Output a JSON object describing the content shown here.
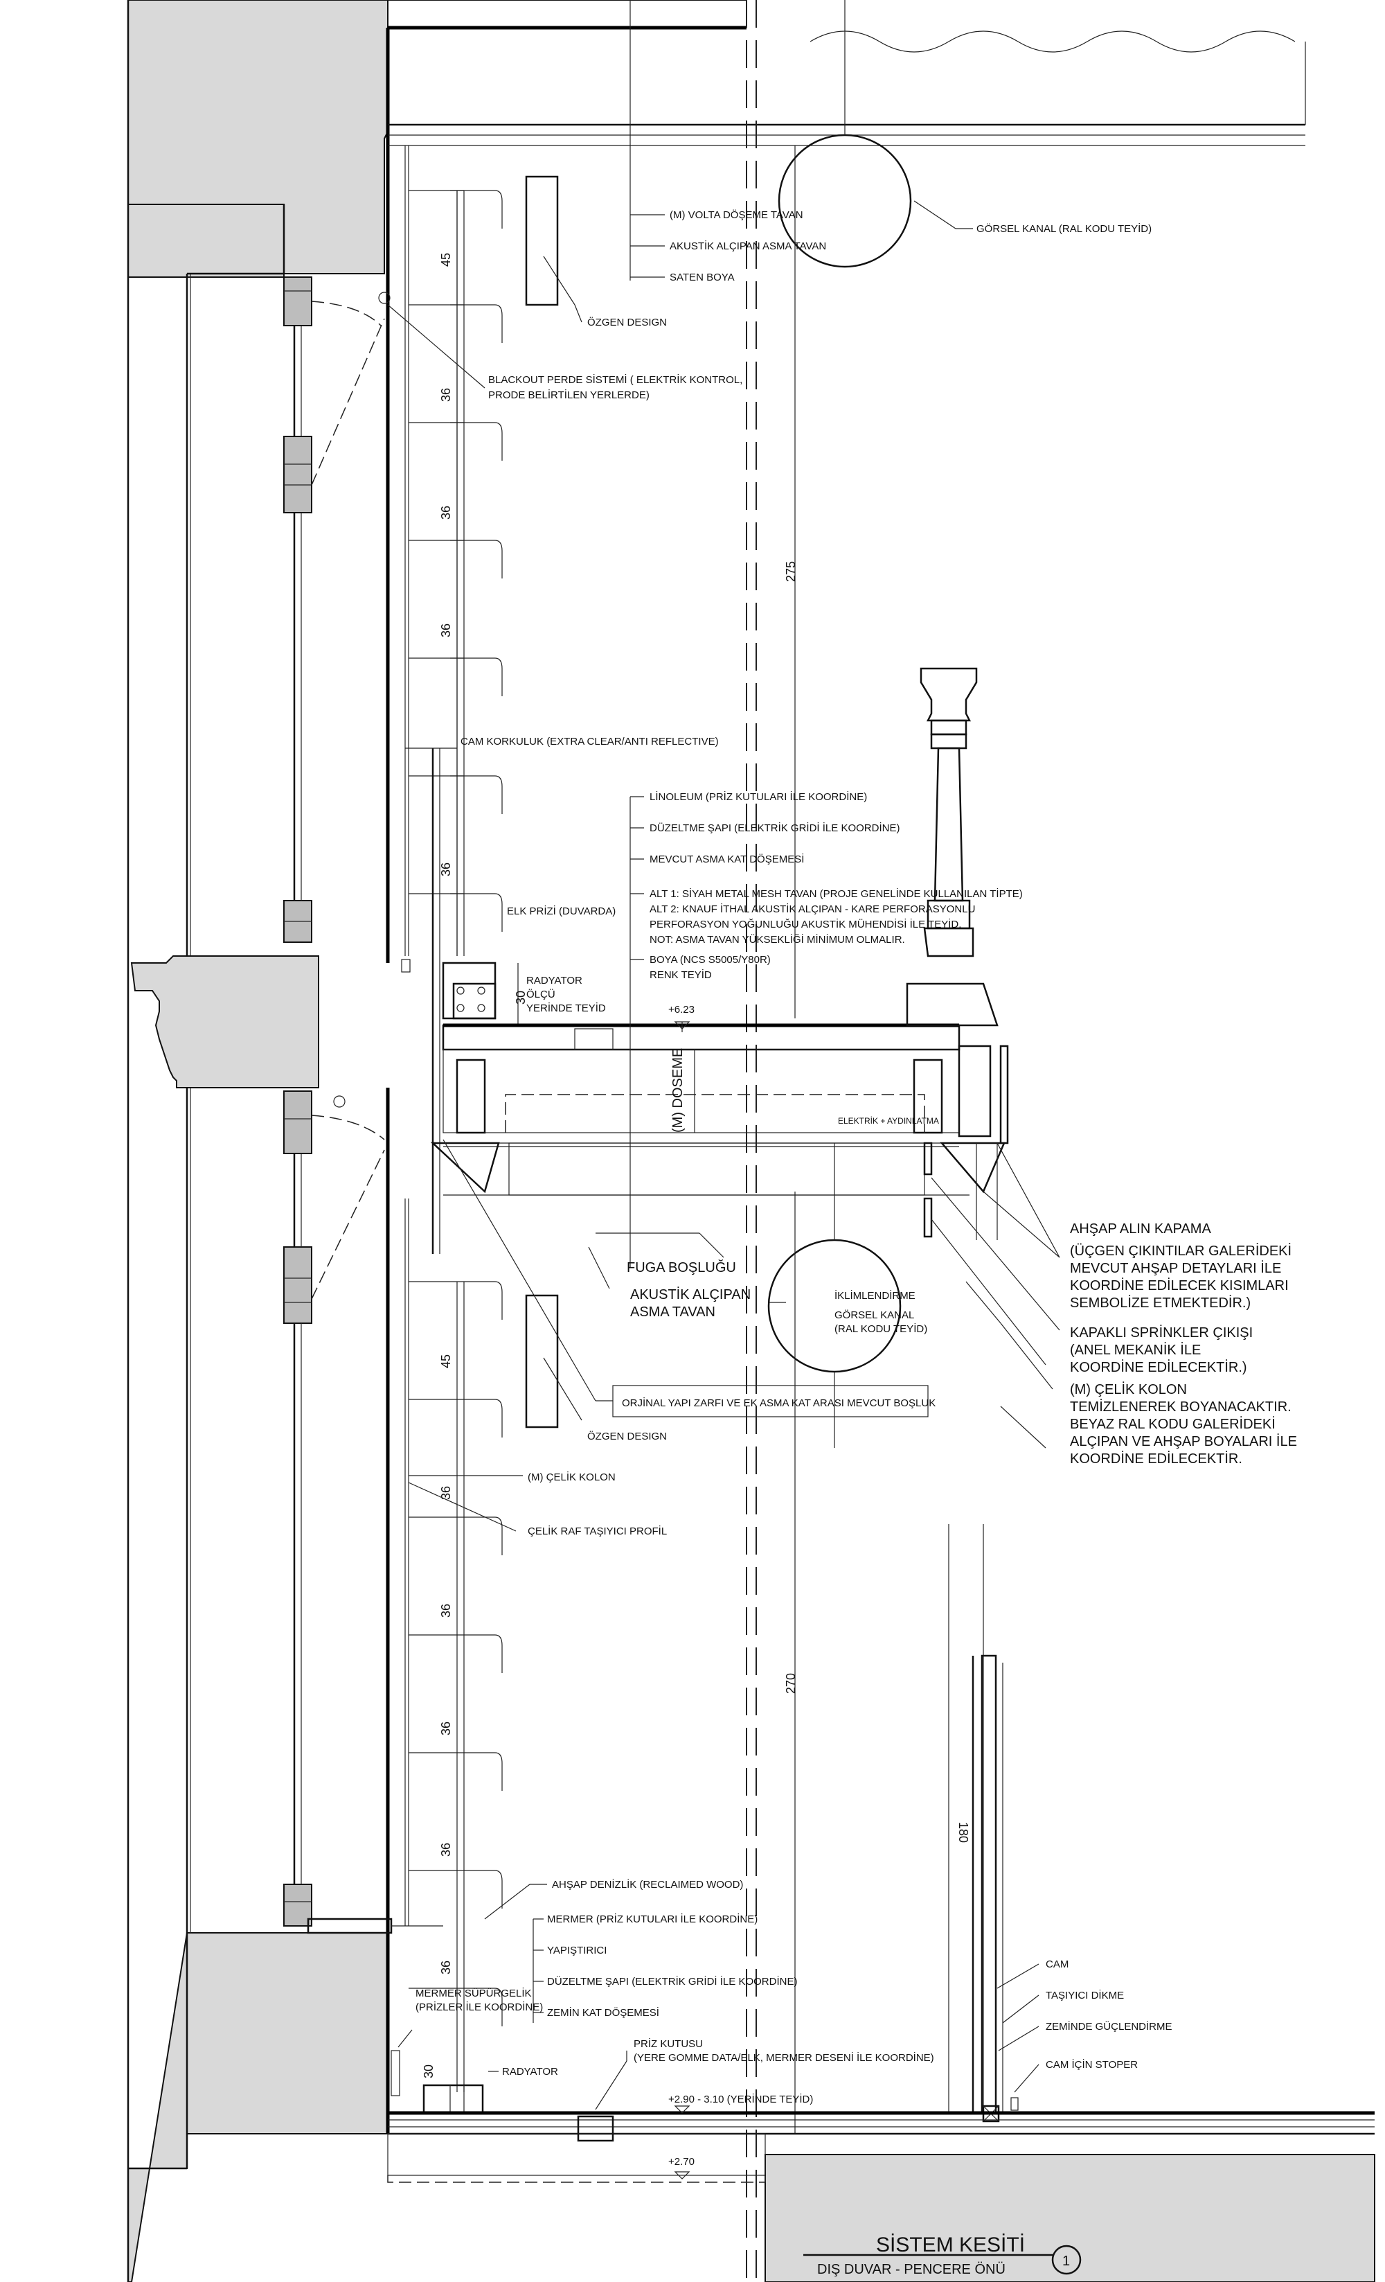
{
  "labels": {
    "volta": "(M) VOLTA DÖŞEME TAVAN",
    "akustik_top": "AKUSTİK ALÇIPAN ASMA TAVAN",
    "saten": "SATEN BOYA",
    "ozgen_top": "ÖZGEN DESIGN",
    "gorsel_kanal_top": "GÖRSEL KANAL (RAL KODU TEYİD)",
    "blackout_1": "BLACKOUT PERDE SİSTEMİ ( ELEKTRİK KONTROL,",
    "blackout_2": "PRODE BELİRTİLEN YERLERDE)",
    "cam_korkuluk": "CAM KORKULUK (EXTRA CLEAR/ANTI REFLECTIVE)",
    "linoleum": "LİNOLEUM (PRİZ KUTULARI İLE KOORDİNE)",
    "duzeltme_top": "DÜZELTME ŞAPI (ELEKTRİK GRİDİ İLE KOORDİNE)",
    "mevcut_asma": "MEVCUT ASMA KAT DÖŞEMESİ",
    "alt1": "ALT 1: SİYAH METAL MESH TAVAN (PROJE GENELİNDE KULLANILAN TİPTE)",
    "alt2": "ALT 2: KNAUF İTHAL AKUSTİK ALÇIPAN - KARE PERFORASYONLU",
    "alt2b": "PERFORASYON YOĞUNLUĞU AKUSTİK MÜHENDİSİ İLE TEYİD.",
    "not": "NOT: ASMA TAVAN YÜKSEKLİĞİ MİNİMUM OLMALIR.",
    "boya": "BOYA (NCS S5005/Y80R)",
    "renk": "RENK TEYİD",
    "elk_prizi": "ELK PRİZİ (DUVARDA)",
    "radyator_top": "RADYATOR",
    "olcu_1": "ÖLÇÜ",
    "olcu_2": "YERİNDE TEYİD",
    "elev_623": "+6.23",
    "doseme": "(M) DOSEME",
    "elektrik_aydin": "ELEKTRİK + AYDINLATMA",
    "fuga": "FUGA BOŞLUĞU",
    "akustik_mid_1": "AKUSTİK ALÇIPAN",
    "akustik_mid_2": "ASMA TAVAN",
    "iklim": "İKLİMLENDİRME",
    "gorsel_mid_1": "GÖRSEL KANAL",
    "gorsel_mid_2": "(RAL KODU TEYİD)",
    "orijinal": "ORJİNAL YAPI ZARFI VE EK ASMA KAT ARASI MEVCUT BOŞLUK",
    "ozgen_mid": "ÖZGEN DESIGN",
    "celik_kolon_left": "(M) ÇELİK KOLON",
    "celik_raf": "ÇELİK RAF TAŞIYICI PROFİL",
    "ahsap_alin": "AHŞAP ALIN KAPAMA",
    "ucgen_1": "(ÜÇGEN ÇIKINTILAR GALERİDEKİ",
    "ucgen_2": "MEVCUT AHŞAP DETAYLARI İLE",
    "ucgen_3": "KOORDİNE EDİLECEK KISIMLARI",
    "ucgen_4": "SEMBOLİZE ETMEKTEDİR.)",
    "kapakli_1": "KAPAKLI SPRİNKLER ÇIKIŞI",
    "kapakli_2": "(ANEL MEKANİK İLE",
    "kapakli_3": "KOORDİNE EDİLECEKTİR.)",
    "mcelik_1": "(M) ÇELİK KOLON",
    "mcelik_2": "TEMİZLENEREK BOYANACAKTIR.",
    "mcelik_3": "BEYAZ RAL KODU GALERİDEKİ",
    "mcelik_4": "ALÇIPAN VE AHŞAP BOYALARI İLE",
    "mcelik_5": "KOORDİNE EDİLECEKTİR.",
    "ahsap_denizlik": "AHŞAP DENİZLİK (RECLAIMED WOOD)",
    "mermer": "MERMER (PRİZ KUTULARI İLE KOORDİNE)",
    "yapistirici": "YAPIŞTIRICI",
    "duzeltme_bottom": "DÜZELTME ŞAPI (ELEKTRİK GRİDİ İLE KOORDİNE)",
    "zemin_kat": "ZEMİN KAT DÖŞEMESİ",
    "mermer_sup_1": "MERMER SÜPÜRGELİK",
    "mermer_sup_2": "(PRİZLER İLE KOORDİNE)",
    "radyator_bottom": "RADYATOR",
    "priz_1": "PRİZ KUTUSU",
    "priz_2": "(YERE GOMME DATA/ELK, MERMER DESENİ İLE KOORDİNE)",
    "elev_290": "+2.90 - 3.10 (YERİNDE TEYİD)",
    "elev_270": "+2.70",
    "cam": "CAM",
    "tasiyici": "TAŞIYICI DİKME",
    "zemin_guc": "ZEMİNDE GÜÇLENDİRME",
    "cam_stoper": "CAM İÇİN STOPER"
  },
  "dims": {
    "top_45": "45",
    "top_36a": "36",
    "top_36b": "36",
    "top_36c": "36",
    "top_36d": "36",
    "d275": "275",
    "d30_top": "30",
    "bot_45": "45",
    "bot_36a": "36",
    "bot_36b": "36",
    "bot_36c": "36",
    "bot_36d": "36",
    "bot_36e": "36",
    "d270": "270",
    "d180": "180",
    "d30_bot": "30"
  },
  "title": {
    "main": "SİSTEM KESİTİ",
    "sub": "DIŞ DUVAR - PENCERE ÖNÜ",
    "number": "1"
  }
}
